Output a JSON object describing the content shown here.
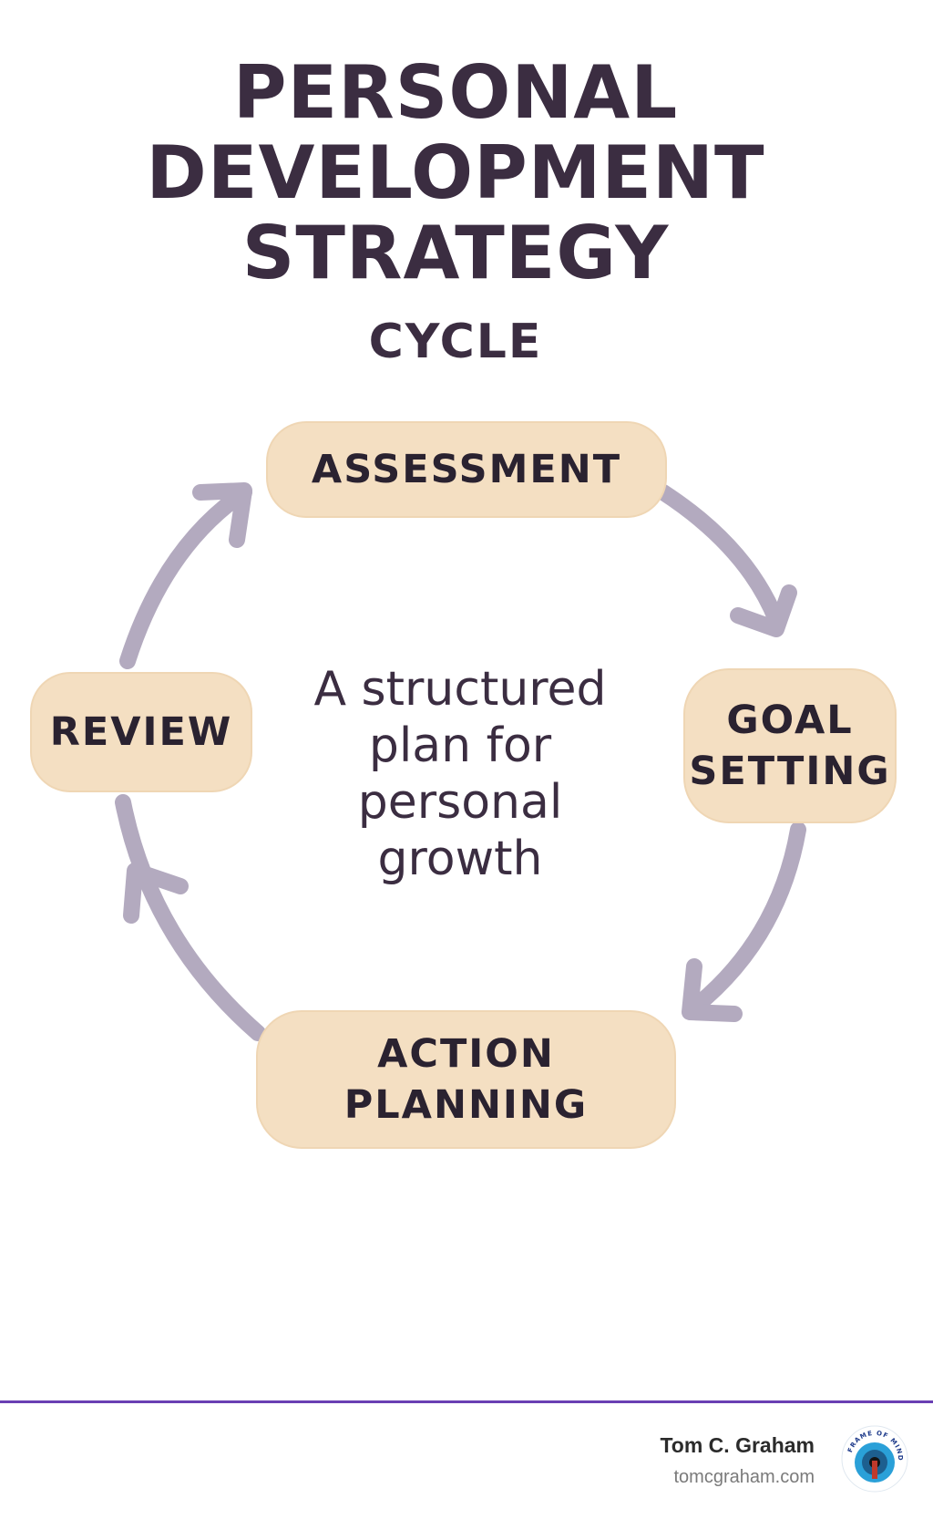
{
  "title": "PERSONAL\nDEVELOPMENT\nSTRATEGY",
  "subtitle": "CYCLE",
  "center_text": "A structured\nplan for\npersonal\ngrowth",
  "nodes": {
    "assessment": "ASSESSMENT",
    "goal_setting": "GOAL\nSETTING",
    "action_planning": "ACTION\nPLANNING",
    "review": "REVIEW"
  },
  "footer": {
    "author": "Tom C. Graham",
    "website": "tomcgraham.com",
    "logo_text": "FRAME OF MIND"
  },
  "colors": {
    "title": "#3b2d41",
    "node_fill": "#f4dfc2",
    "arrow": "#b3aabf",
    "divider": "#6a3fb3"
  }
}
